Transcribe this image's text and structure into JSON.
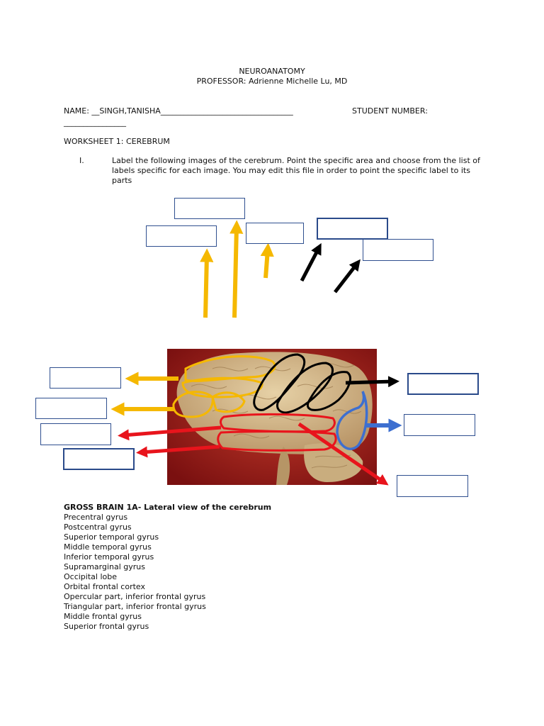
{
  "header": {
    "course": "NEUROANATOMY",
    "professor": "PROFESSOR: Adrienne Michelle Lu, MD"
  },
  "student": {
    "name_line": "NAME:  __SINGH,TANISHA__________________________________",
    "number_label": "STUDENT NUMBER:",
    "number_blank": "________________"
  },
  "worksheet": {
    "title": "WORKSHEET 1: CEREBRUM",
    "item_numeral": "I.",
    "instruction": "Label the following images of the cerebrum. Point the specific area and choose from the list of labels specific for each image. You may edit this file in order to point the specific label to its parts"
  },
  "figure": {
    "caption": "GROSS BRAIN 1A- Lateral view of the cerebrum",
    "colors": {
      "yellow": "#f5b800",
      "black": "#000000",
      "red": "#e8141c",
      "blue": "#3d6fd0",
      "box_border": "#2f4f8f",
      "photo_bg": "#9a1a1a",
      "brain": "#d9c096"
    }
  },
  "labels": [
    "Precentral gyrus",
    "Postcentral gyrus",
    "Superior temporal gyrus",
    "Middle temporal gyrus",
    "Inferior temporal gyrus",
    "Supramarginal gyrus",
    "Occipital lobe",
    "Orbital frontal cortex",
    "Opercular part, inferior frontal gyrus",
    "Triangular part, inferior frontal gyrus",
    "Middle frontal gyrus",
    "Superior frontal gyrus"
  ]
}
